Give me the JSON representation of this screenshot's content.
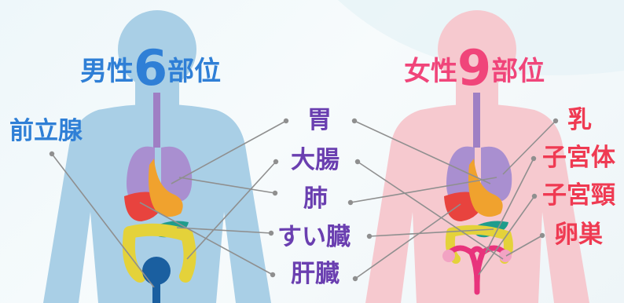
{
  "male_title": {
    "prefix": "男性",
    "number": "6",
    "suffix": "部位"
  },
  "female_title": {
    "prefix": "女性",
    "number": "9",
    "suffix": "部位"
  },
  "male_only": "前立腺",
  "shared_organs": [
    "胃",
    "大腸",
    "肺",
    "すい臓",
    "肝臓"
  ],
  "female_only": [
    "乳",
    "子宮体",
    "子宮頸",
    "卵巣"
  ],
  "colors": {
    "male_title": "#2f7fd6",
    "female_title": "#f0457a",
    "shared_label": "#6a3fb0",
    "female_label": "#ef3a52",
    "male_body": "#a9cfe6",
    "female_body": "#f6c9cf"
  }
}
